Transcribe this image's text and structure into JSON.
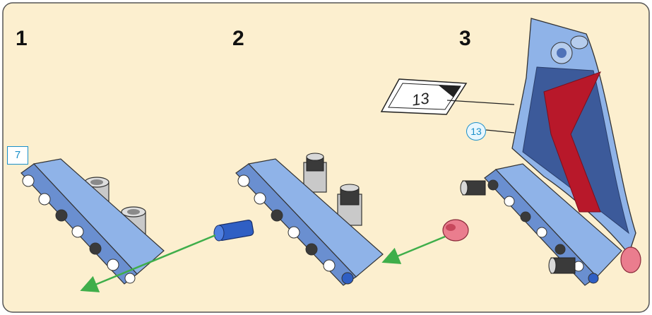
{
  "steps": [
    {
      "number": "1"
    },
    {
      "number": "2"
    },
    {
      "number": "3"
    }
  ],
  "page_reference": "7",
  "sticker": {
    "label": "13",
    "callout": "13"
  },
  "colors": {
    "background": "#fcefcf",
    "border": "#555555",
    "beam": "#8fb3e8",
    "beam_dark": "#4f72b8",
    "pin_grey": "#c9c9c9",
    "pin_dark": "#3a3a3a",
    "pin_blue": "#2f5fc4",
    "bush_red": "#ea7d8e",
    "arrow": "#3fae4a",
    "fin_red": "#b8182a",
    "callout": "#1a8fc9"
  }
}
